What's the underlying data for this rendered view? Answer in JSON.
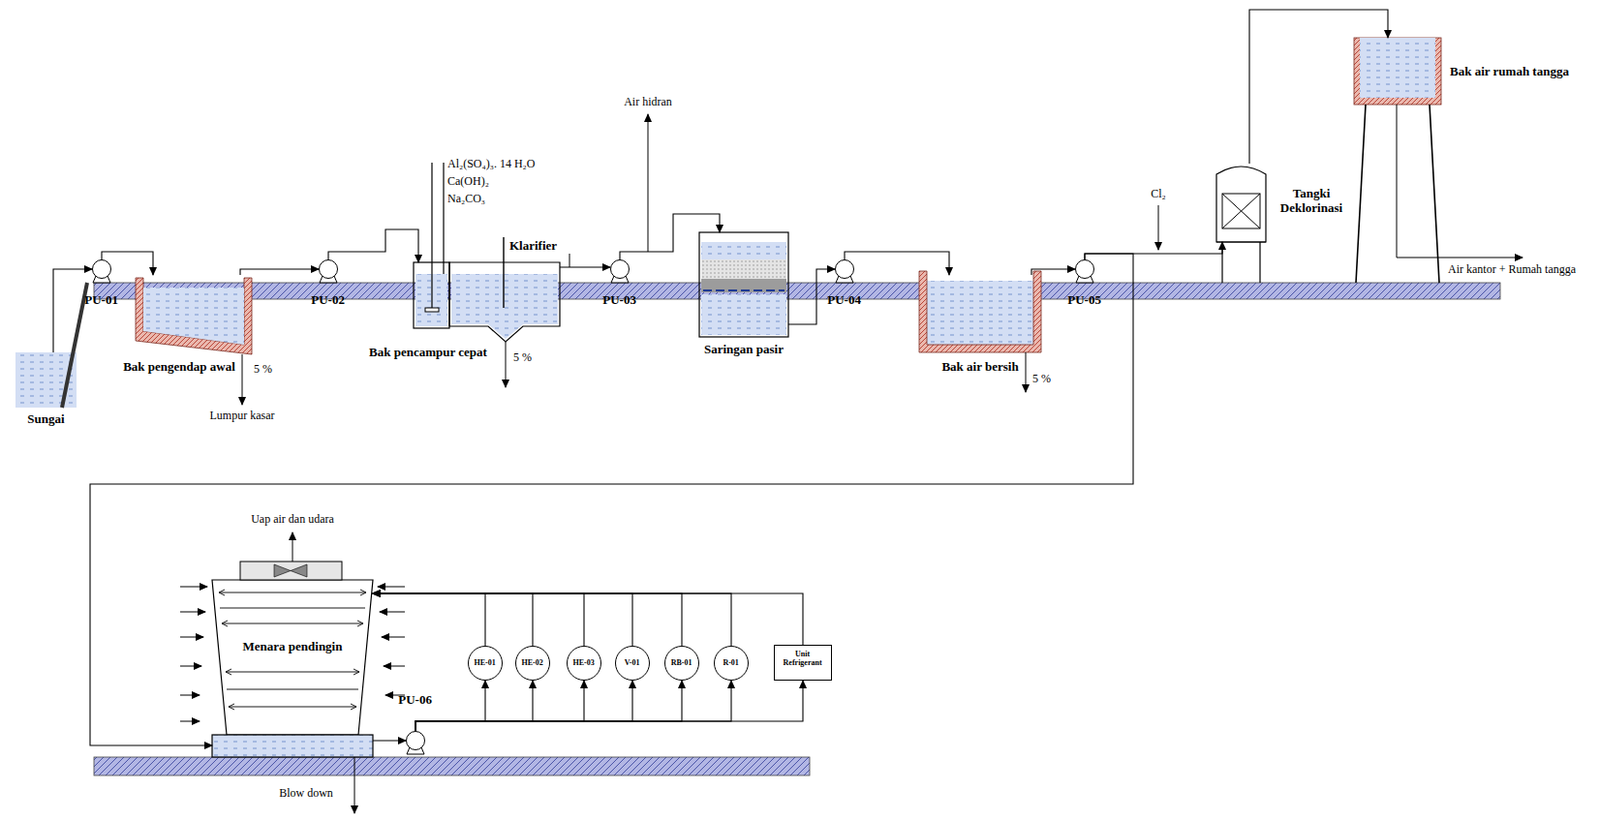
{
  "diagram": {
    "nodes": [
      {
        "text": [
          "Sungai"
        ]
      },
      {
        "text": [
          "PU-01"
        ]
      },
      {
        "text": [
          "Bak pengendap awal"
        ]
      },
      {
        "text": [
          "PU-02"
        ]
      },
      {
        "text": [
          "Bak pencampur cepat"
        ]
      },
      {
        "text": [
          "Klarifier"
        ]
      },
      {
        "text": [
          "PU-03"
        ]
      },
      {
        "text": [
          "Saringan pasir"
        ]
      },
      {
        "text": [
          "PU-04"
        ]
      },
      {
        "text": [
          "Bak air bersih"
        ]
      },
      {
        "text": [
          "PU-05"
        ]
      },
      {
        "text": [
          "Tangki Deklorinasi"
        ]
      },
      {
        "text": [
          "Bak air rumah tangga"
        ]
      },
      {
        "text": [
          "Menara pendingin"
        ]
      },
      {
        "text": [
          "PU-06"
        ]
      },
      {
        "text": [
          "HE-01"
        ]
      },
      {
        "text": [
          "HE-02"
        ]
      },
      {
        "text": [
          "HE-03"
        ]
      },
      {
        "text": [
          "V-01"
        ]
      },
      {
        "text": [
          "RB-01"
        ]
      },
      {
        "text": [
          "R-01"
        ]
      },
      {
        "text": [
          "Unit Refrigerant"
        ]
      }
    ],
    "edges": [
      {
        "from": 0,
        "to": 1,
        "arrow": "to"
      },
      {
        "from": 1,
        "to": 2,
        "arrow": "to"
      },
      {
        "from": 2,
        "to": 3,
        "arrow": "to"
      },
      {
        "from": 3,
        "to": 4,
        "arrow": "to"
      },
      {
        "from": 5,
        "to": 6,
        "arrow": "to"
      },
      {
        "from": 6,
        "to": 7,
        "arrow": "to"
      },
      {
        "from": 7,
        "to": 8,
        "arrow": "to"
      },
      {
        "from": 8,
        "to": 9,
        "arrow": "to"
      },
      {
        "from": 9,
        "to": 10,
        "arrow": "to"
      },
      {
        "from": 10,
        "to": 11,
        "arrow": "to"
      },
      {
        "from": 11,
        "to": 12,
        "arrow": "to"
      },
      {
        "from": 10,
        "to": 13,
        "arrow": "to"
      },
      {
        "from": 13,
        "to": 14,
        "arrow": "to"
      },
      {
        "from": 14,
        "to": 15,
        "arrow": "to"
      },
      {
        "from": 14,
        "to": 16,
        "arrow": "to"
      },
      {
        "from": 14,
        "to": 17,
        "arrow": "to"
      },
      {
        "from": 14,
        "to": 18,
        "arrow": "to"
      },
      {
        "from": 14,
        "to": 19,
        "arrow": "to"
      },
      {
        "from": 14,
        "to": 20,
        "arrow": "to"
      },
      {
        "from": 14,
        "to": 21,
        "arrow": "to"
      },
      {
        "from": 15,
        "to": 13,
        "arrow": "to"
      },
      {
        "from": 16,
        "to": 13,
        "arrow": "to"
      },
      {
        "from": 17,
        "to": 13,
        "arrow": "to"
      },
      {
        "from": 18,
        "to": 13,
        "arrow": "to"
      },
      {
        "from": 19,
        "to": 13,
        "arrow": "to"
      },
      {
        "from": 20,
        "to": 13,
        "arrow": "to"
      },
      {
        "from": 21,
        "to": 13,
        "arrow": "to"
      }
    ],
    "labels": [
      "5 %",
      "Lumpur kasar",
      "Al₂(SO₄)₃. 14 H₂O",
      "Ca(OH)₂",
      "Na₂CO₃",
      "5 %",
      "Air hidran",
      "5 %",
      "Cl₂",
      "Air kantor + Rumah tangga",
      "Uap air dan udara",
      "Blow down"
    ]
  }
}
